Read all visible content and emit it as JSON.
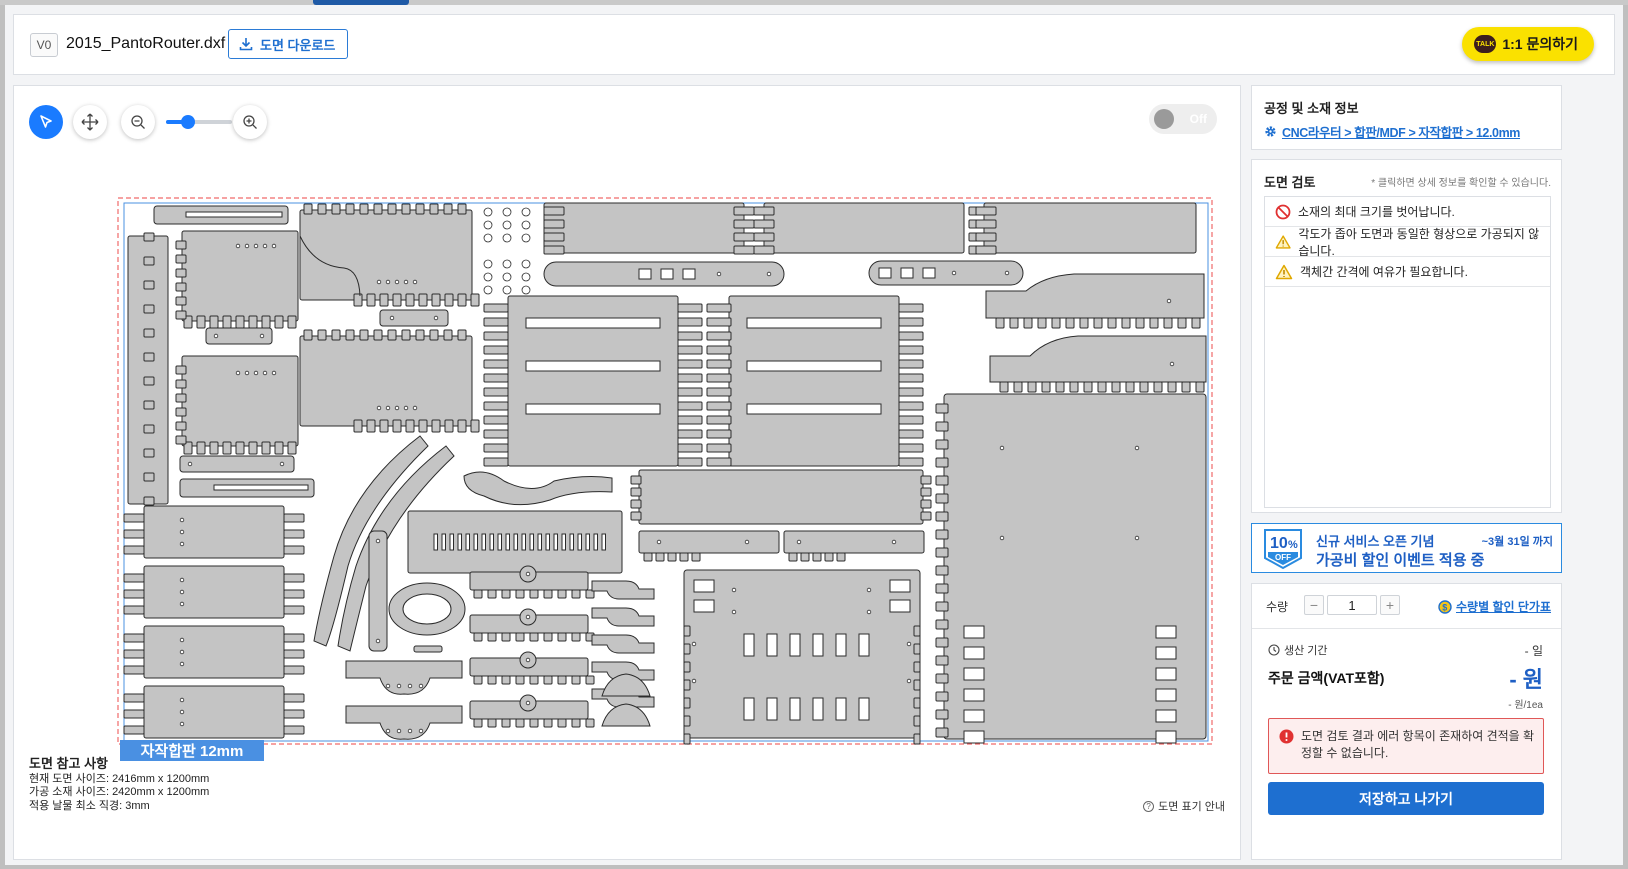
{
  "header": {
    "version": "V0",
    "file_name": "2015_PantoRouter.dxf",
    "download_label": "도면 다운로드",
    "kakao_badge": "TALK",
    "inquiry_label": "1:1 문의하기"
  },
  "canvas": {
    "toggle_label": "Off",
    "zoom_level": 0.28,
    "material_tag": "자작합판 12mm",
    "notes": {
      "title": "도면 참고 사항",
      "current_size": "현재 도면 사이즈: 2416mm x 1200mm",
      "material_size": "가공 소재 사이즈: 2420mm x 1200mm",
      "min_diameter": "적용 날물 최소 직경: 3mm"
    },
    "legend_link": "도면 표기 안내"
  },
  "process": {
    "title": "공정 및 소재 정보",
    "path": "CNC라우터 > 합판/MDF > 자작합판 > 12.0mm"
  },
  "review": {
    "title": "도면 검토",
    "hint": "* 클릭하면 상세 정보를 확인할 수 있습니다.",
    "issues": [
      {
        "type": "error",
        "text": "소재의 최대 크기를 벗어납니다."
      },
      {
        "type": "warning",
        "text": "각도가 좁아 도면과 동일한 형상으로 가공되지 않습니다."
      },
      {
        "type": "warning",
        "text": "객체간 간격에 여유가 필요합니다."
      }
    ]
  },
  "promo": {
    "badge_percent": "10",
    "badge_unit": "%",
    "badge_off": "OFF",
    "line1": "신규 서비스 오픈 기념",
    "line2": "가공비 할인 이벤트 적용 중",
    "until": "~3월 31일 까지"
  },
  "order": {
    "qty_label": "수량",
    "qty_value": "1",
    "discount_link": "수량별 할인 단가표",
    "period_label": "생산 기간",
    "period_value": "- 일",
    "price_label": "주문 금액(VAT포함)",
    "price_value": "- 원",
    "unit_value": "- 원/1ea",
    "error_text": "도면 검토 결과 에러 항목이 존재하여 견적을 확정할 수 없습니다.",
    "save_label": "저장하고 나가기"
  },
  "colors": {
    "accent": "#1e6fd0",
    "kakao": "#fae100",
    "part_fill": "#c4c4c4",
    "sheet_border": "#4a90e2",
    "overflow_border": "#f06a6a",
    "error": "#e05757"
  }
}
